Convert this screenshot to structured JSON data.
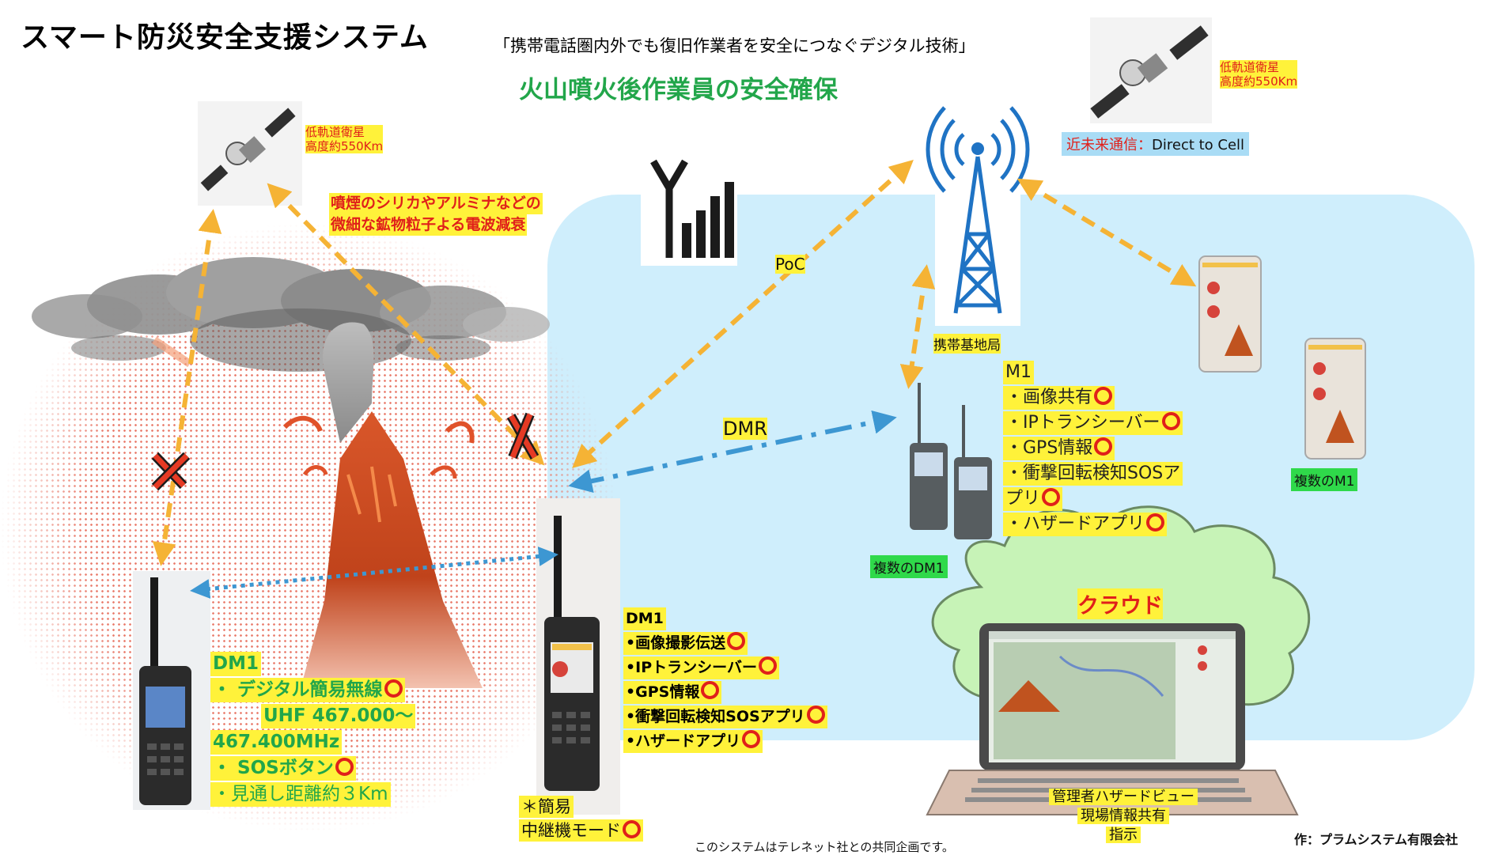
{
  "header": {
    "title": "スマート防災安全支援システム",
    "subtitle": "「携帯電話圏内外でも復旧作業者を安全につなぐデジタル技術」",
    "headline": "火山噴火後作業員の安全確保"
  },
  "satellite_left": {
    "line1": "低軌道衛星",
    "line2": "高度約550Km"
  },
  "satellite_right": {
    "line1": "低軌道衛星",
    "line2": "高度約550Km"
  },
  "direct_to_cell": {
    "prefix": "近未来通信：",
    "label": "Direct to Cell"
  },
  "warning": {
    "line1": "噴煙のシリカやアルミナなどの",
    "line2": "微細な鉱物粒子よる電波減衰"
  },
  "tower_label": "携帯基地局",
  "poc_label": "PoC",
  "dmr_label": "DMR",
  "multi_m1_label": "複数のM1",
  "multi_dm1_label": "複数のDM1",
  "m1_features": {
    "title": "M1",
    "items": [
      "・画像共有",
      "・IPトランシーバー",
      "・GPS情報",
      "・衝撃回転検知SOSア",
      "プリ",
      "・ハザードアプリ"
    ]
  },
  "dm1_center": {
    "title": "DM1",
    "items": [
      "•画像撮影伝送",
      "•IPトランシーバー",
      "•GPS情報",
      "•衝撃回転検知SOSアプリ",
      "•ハザードアプリ"
    ]
  },
  "dm1_left": {
    "title": "DM1",
    "line1": "・ デジタル簡易無線",
    "line2": "UHF 467.000〜",
    "line3": "467.400MHz",
    "line4": "・  SOSボタン",
    "line5": "・見通し距離約３Km"
  },
  "relay": {
    "line1": "＊簡易",
    "line2": "中継機モード"
  },
  "cloud_label": "クラウド",
  "admin": {
    "line1": "管理者ハザードビュー",
    "line2": "現場情報共有",
    "line3": "指示"
  },
  "footer": "このシステムはテレネット社との共同企画です。",
  "author": "作：プラムシステム有限会社",
  "icons": [
    "satellite-icon",
    "cell-tower-icon",
    "signal-bars-icon",
    "smartphone-icon",
    "radio-icon",
    "laptop-icon",
    "cloud-icon",
    "volcano-icon",
    "blocked-x-icon"
  ],
  "colors": {
    "arrow_orange": "#f5b335",
    "arrow_blue": "#3d97d2",
    "zone_blue": "#cfeefc",
    "highlight": "#fff23a",
    "accent_red": "#e0201a",
    "accent_green": "#22a64a"
  }
}
